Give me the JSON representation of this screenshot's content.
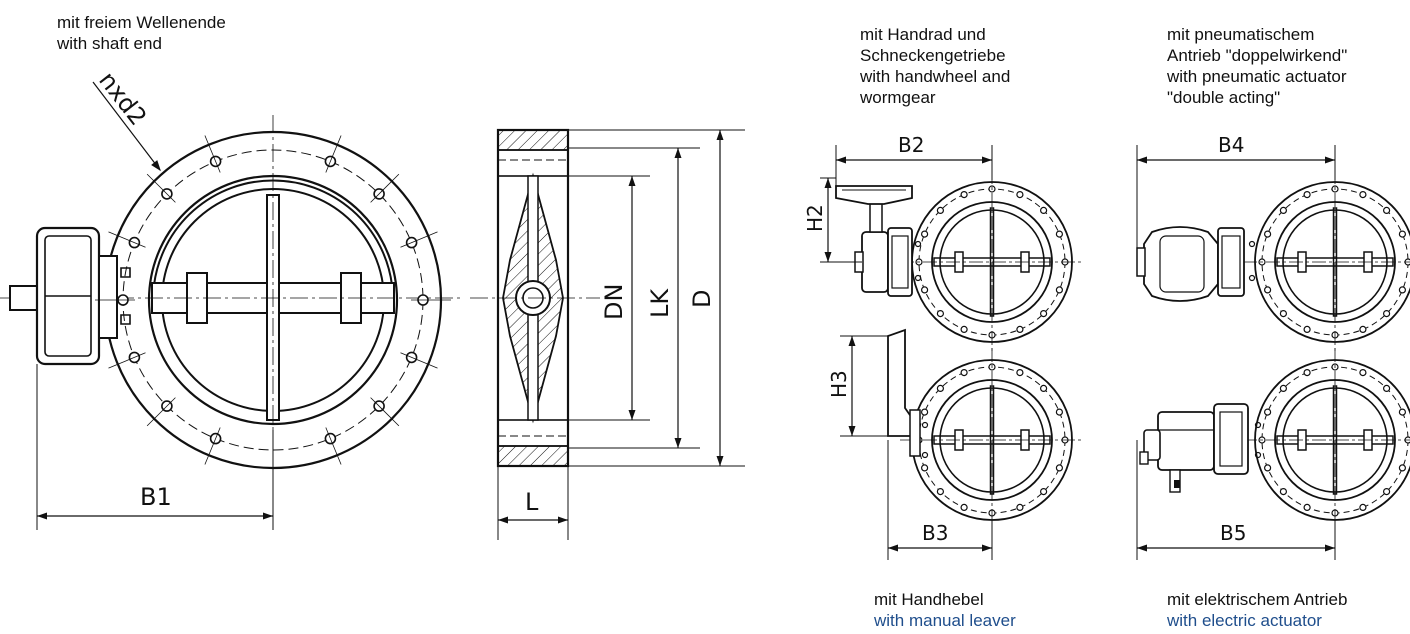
{
  "captions": {
    "shaft_end": {
      "de": "mit freiem Wellenende",
      "en": "with shaft end"
    },
    "handwheel": {
      "de1": "mit Handrad und",
      "de2": "Schneckengetriebe",
      "en1": "with handwheel and",
      "en2": "wormgear"
    },
    "pneumatic": {
      "de1": "mit pneumatischem",
      "de2": "Antrieb \"doppelwirkend\"",
      "en1": "with pneumatic actuator",
      "en2": "\"double acting\""
    },
    "manual_lever": {
      "de": "mit Handhebel",
      "en": "with manual leaver"
    },
    "electric": {
      "de": "mit elektrischem Antrieb",
      "en": "with electric actuator"
    }
  },
  "dimensions": {
    "bolt_holes": "nxd2",
    "b1": "B1",
    "l": "L",
    "dn": "DN",
    "lk": "LK",
    "d": "D",
    "b2": "B2",
    "h2": "H2",
    "b3": "B3",
    "h3": "H3",
    "b4": "B4",
    "b5": "B5"
  },
  "colors": {
    "line": "#111111",
    "caption_blue": "#1f4e8c"
  }
}
